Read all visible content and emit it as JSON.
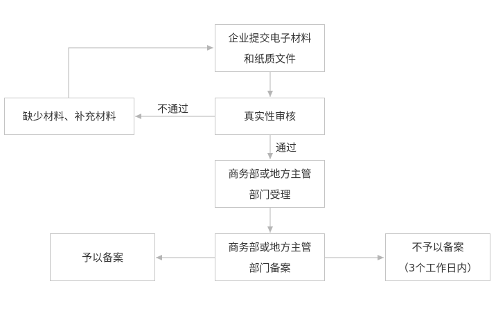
{
  "nodes": {
    "submit": {
      "line1": "企业提交电子材料",
      "line2": "和纸质文件"
    },
    "supplement": {
      "line1": "缺少材料、补充材料"
    },
    "verify": {
      "line1": "真实性审核"
    },
    "accept": {
      "line1": "商务部或地方主管",
      "line2": "部门受理"
    },
    "record": {
      "line1": "商务部或地方主管",
      "line2": "部门备案"
    },
    "approved": {
      "line1": "予以备案"
    },
    "rejected": {
      "line1": "不予以备案",
      "line2": "（3个工作日内）"
    }
  },
  "edges": {
    "fail_label": "不通过",
    "pass_label": "通过"
  },
  "colors": {
    "line": "#b5b5b5",
    "border": "#c4c4c4",
    "text": "#333333"
  }
}
